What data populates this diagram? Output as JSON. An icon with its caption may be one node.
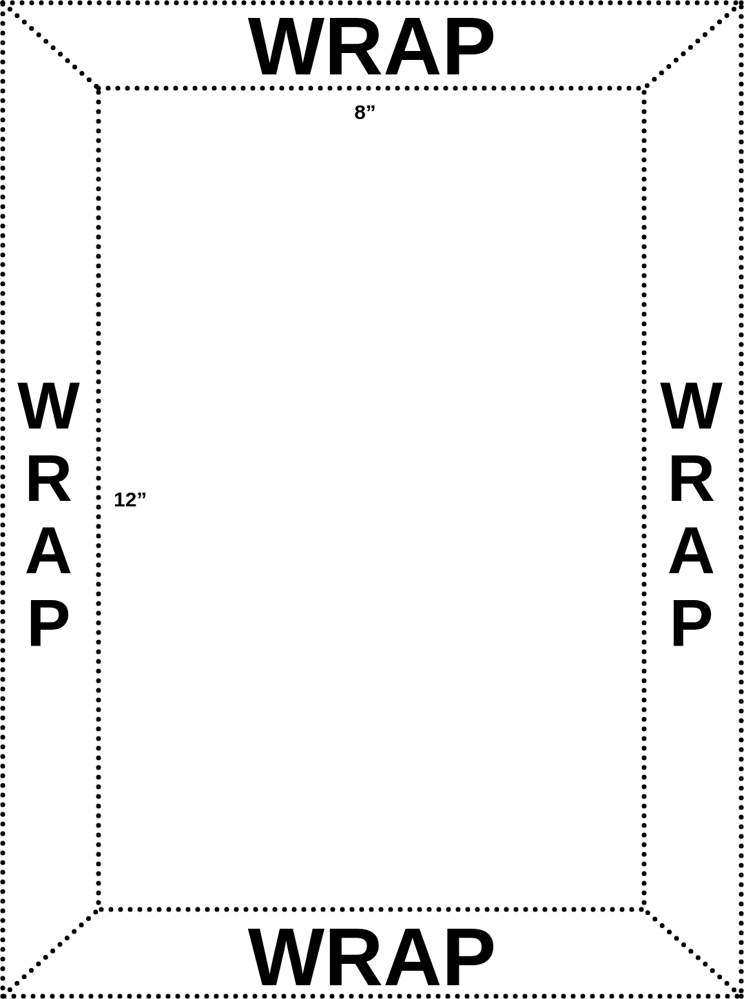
{
  "diagram": {
    "labels": [
      "WRAP",
      "8”",
      "WRAP",
      "12”",
      "WRAP",
      "WRAP"
    ]
  }
}
